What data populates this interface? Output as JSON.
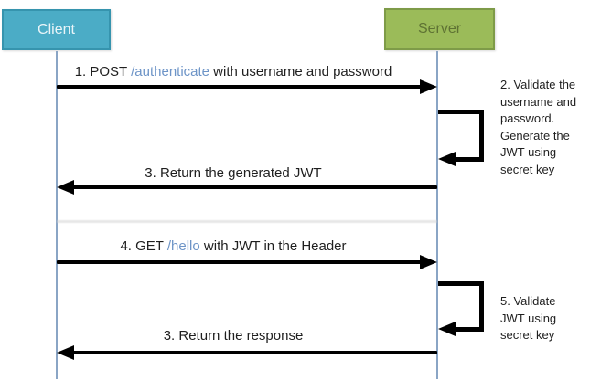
{
  "actors": {
    "client": {
      "label": "Client",
      "fill": "#4bacc6",
      "border": "#3694ae",
      "text_color": "#eaf5f9"
    },
    "server": {
      "label": "Server",
      "fill": "#9bbb59",
      "border": "#7e9b48",
      "text_color": "#5e7233"
    }
  },
  "messages": {
    "m1": {
      "prefix": "1. POST ",
      "path": "/authenticate",
      "suffix": " with username and password",
      "direction": "client-to-server"
    },
    "m3": {
      "label": "3. Return the generated JWT",
      "direction": "server-to-client"
    },
    "m4": {
      "prefix": "4.  GET ",
      "path": "/hello",
      "suffix": " with JWT in the Header",
      "direction": "client-to-server"
    },
    "m6": {
      "label": "3. Return the response",
      "direction": "server-to-client"
    }
  },
  "self_calls": {
    "s2": {
      "note": "2. Validate the\nusername and\npassword.\nGenerate the\nJWT using\nsecret key"
    },
    "s5": {
      "note": "5. Validate\nJWT using\nsecret key"
    }
  },
  "colors": {
    "arrow": "#000000",
    "endpoint_path_text": "#6d94c7",
    "label_text": "#1f1f1f",
    "lifeline": "#8aa5c5"
  }
}
